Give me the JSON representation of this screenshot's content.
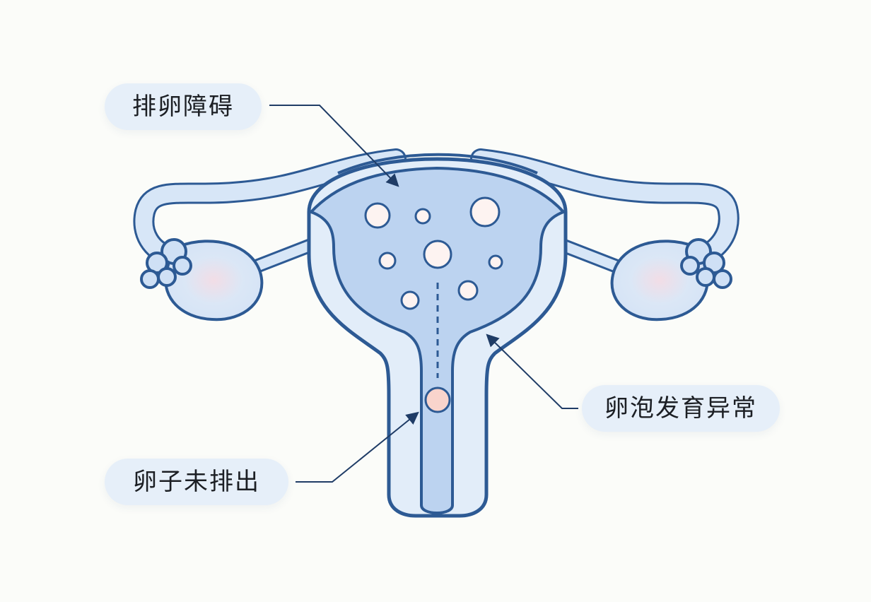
{
  "labels": {
    "ovulation_disorder": "排卵障碍",
    "follicle_abnormal": "卵泡发育异常",
    "egg_not_released": "卵子未排出"
  },
  "colors": {
    "background": "#fbfcf9",
    "outline": "#2d5a94",
    "fill_light": "#dde9f7",
    "fill_mid": "#b9d0ef",
    "follicle": "#fdf3f1",
    "egg": "#f9d4cc",
    "label_bg": "#e6eff9",
    "arrow": "#1f3c66"
  },
  "icons": {
    "arrow_head": "arrow-icon"
  }
}
